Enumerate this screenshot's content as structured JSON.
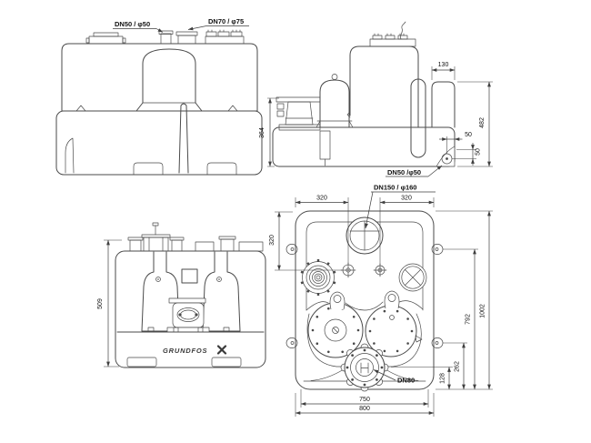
{
  "brand": "GRUNDFOS",
  "front_upper": {
    "dn50_label": "DN50 / φ50",
    "dn70_label": "DN70 / φ75"
  },
  "side": {
    "d130": "130",
    "d482": "482",
    "d50h": "50",
    "d50v": "50",
    "d364": "364",
    "dn50_label": "DN50 /φ50"
  },
  "front_lower": {
    "d509": "509"
  },
  "top": {
    "dn150_label": "DN150 / φ160",
    "dn80_label": "DN80",
    "d320_top_left": "320",
    "d320_top_right": "320",
    "d320_left": "320",
    "d792": "792",
    "d1002": "1002",
    "d262": "262",
    "d128": "128",
    "d750": "750",
    "d800": "800"
  },
  "colors": {
    "line": "#4a4a4a",
    "dimension": "#3f3f3f",
    "text": "#111111",
    "background": "#ffffff"
  }
}
